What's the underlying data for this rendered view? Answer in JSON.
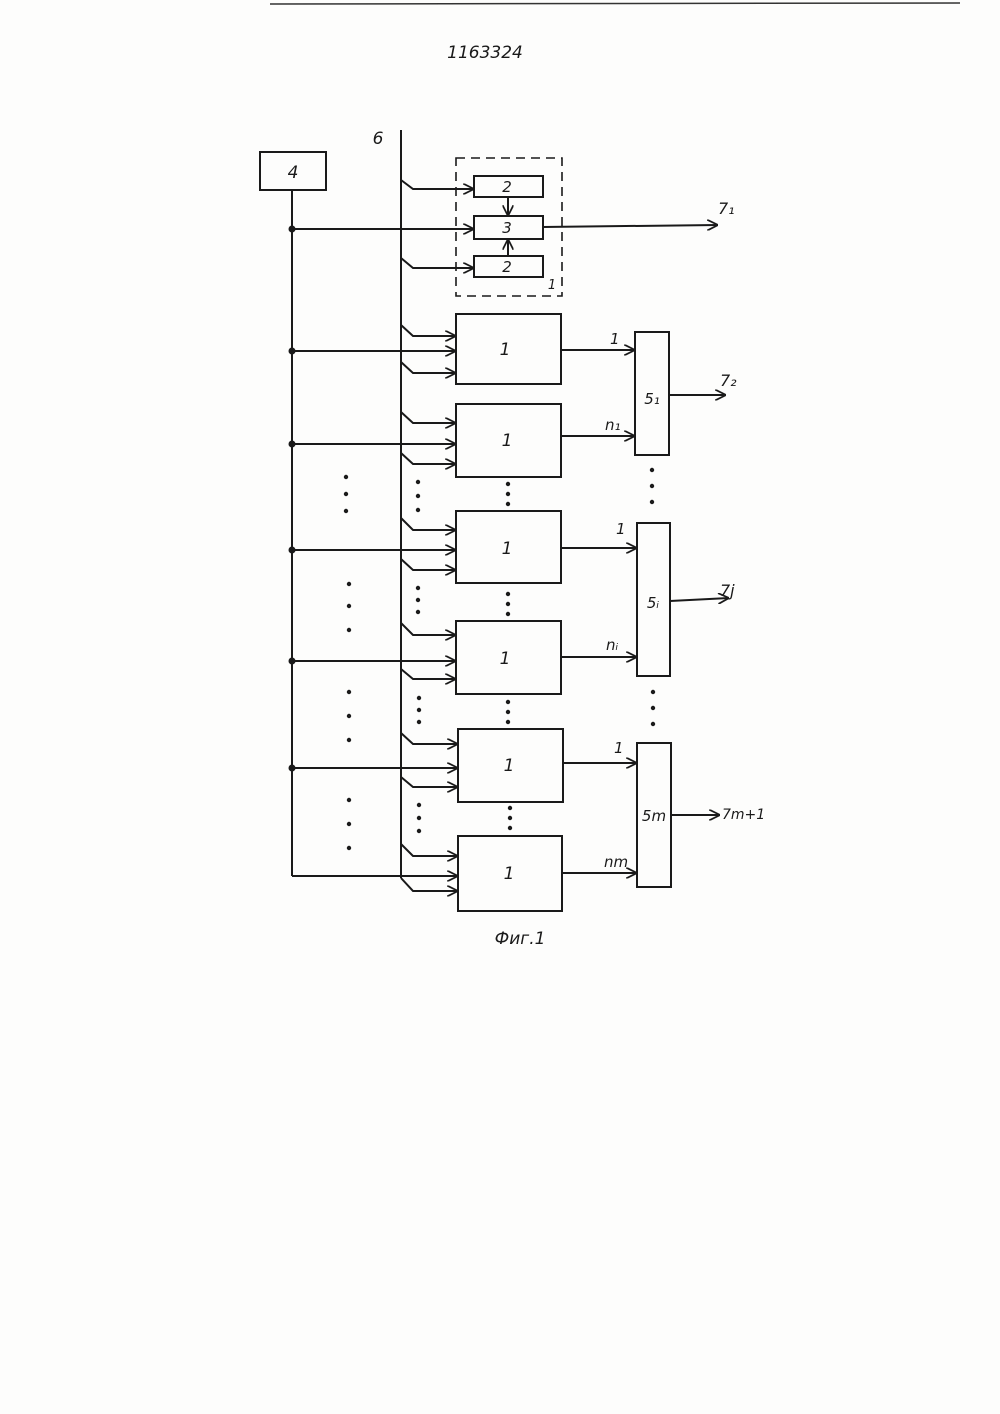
{
  "patent_number": "1163324",
  "figure_caption": "Фиг.1",
  "labels": {
    "generator": "4",
    "bus": "6",
    "group_unit": "1",
    "inner_top": "2",
    "inner_middle": "3",
    "inner_bottom": "2",
    "unit": "1",
    "adder_1": "5₁",
    "adder_i": "5ᵢ",
    "adder_m": "5m",
    "input_first": "1",
    "input_n1": "n₁",
    "input_ni": "nᵢ",
    "input_nm": "nm",
    "out_1": "7₁",
    "out_2": "7₂",
    "out_j": "7j",
    "out_m1": "7m+1"
  }
}
